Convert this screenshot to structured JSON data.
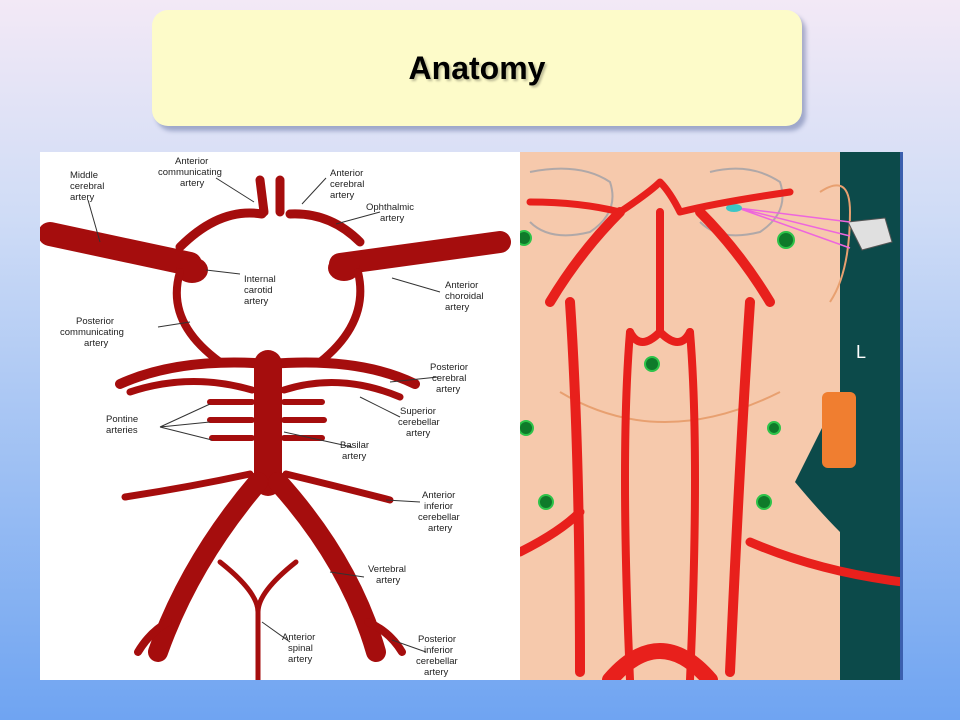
{
  "slide": {
    "title": "Anatomy"
  },
  "left_diagram": {
    "labels": {
      "middle_cerebral": [
        "Middle",
        "cerebral",
        "artery"
      ],
      "anterior_communicating": [
        "Anterior",
        "communicating",
        "artery"
      ],
      "anterior_cerebral": [
        "Anterior",
        "cerebral",
        "artery"
      ],
      "ophthalmic": [
        "Ophthalmic",
        "artery"
      ],
      "internal_carotid": [
        "Internal",
        "carotid",
        "artery"
      ],
      "anterior_choroidal": [
        "Anterior",
        "choroidal",
        "artery"
      ],
      "posterior_communicating": [
        "Posterior",
        "communicating",
        "artery"
      ],
      "posterior_cerebral": [
        "Posterior",
        "cerebral",
        "artery"
      ],
      "pontine": [
        "Pontine",
        "arteries"
      ],
      "superior_cerebellar": [
        "Superior",
        "cerebellar",
        "artery"
      ],
      "basilar": [
        "Basilar",
        "artery"
      ],
      "anterior_inferior_cerebellar": [
        "Anterior",
        "inferior",
        "cerebellar",
        "artery"
      ],
      "vertebral": [
        "Vertebral",
        "artery"
      ],
      "anterior_spinal": [
        "Anterior",
        "spinal",
        "artery"
      ],
      "posterior_inferior_cerebellar": [
        "Posterior",
        "inferior",
        "cerebellar",
        "artery"
      ]
    }
  },
  "right_diagram": {
    "side_label": "L"
  },
  "colors": {
    "artery": "#a50d0d",
    "artery_bright": "#e8201c",
    "skin": "#f6c9ac",
    "dark_panel": "#0c4a4a",
    "title_bg": "#fdfbc9"
  }
}
